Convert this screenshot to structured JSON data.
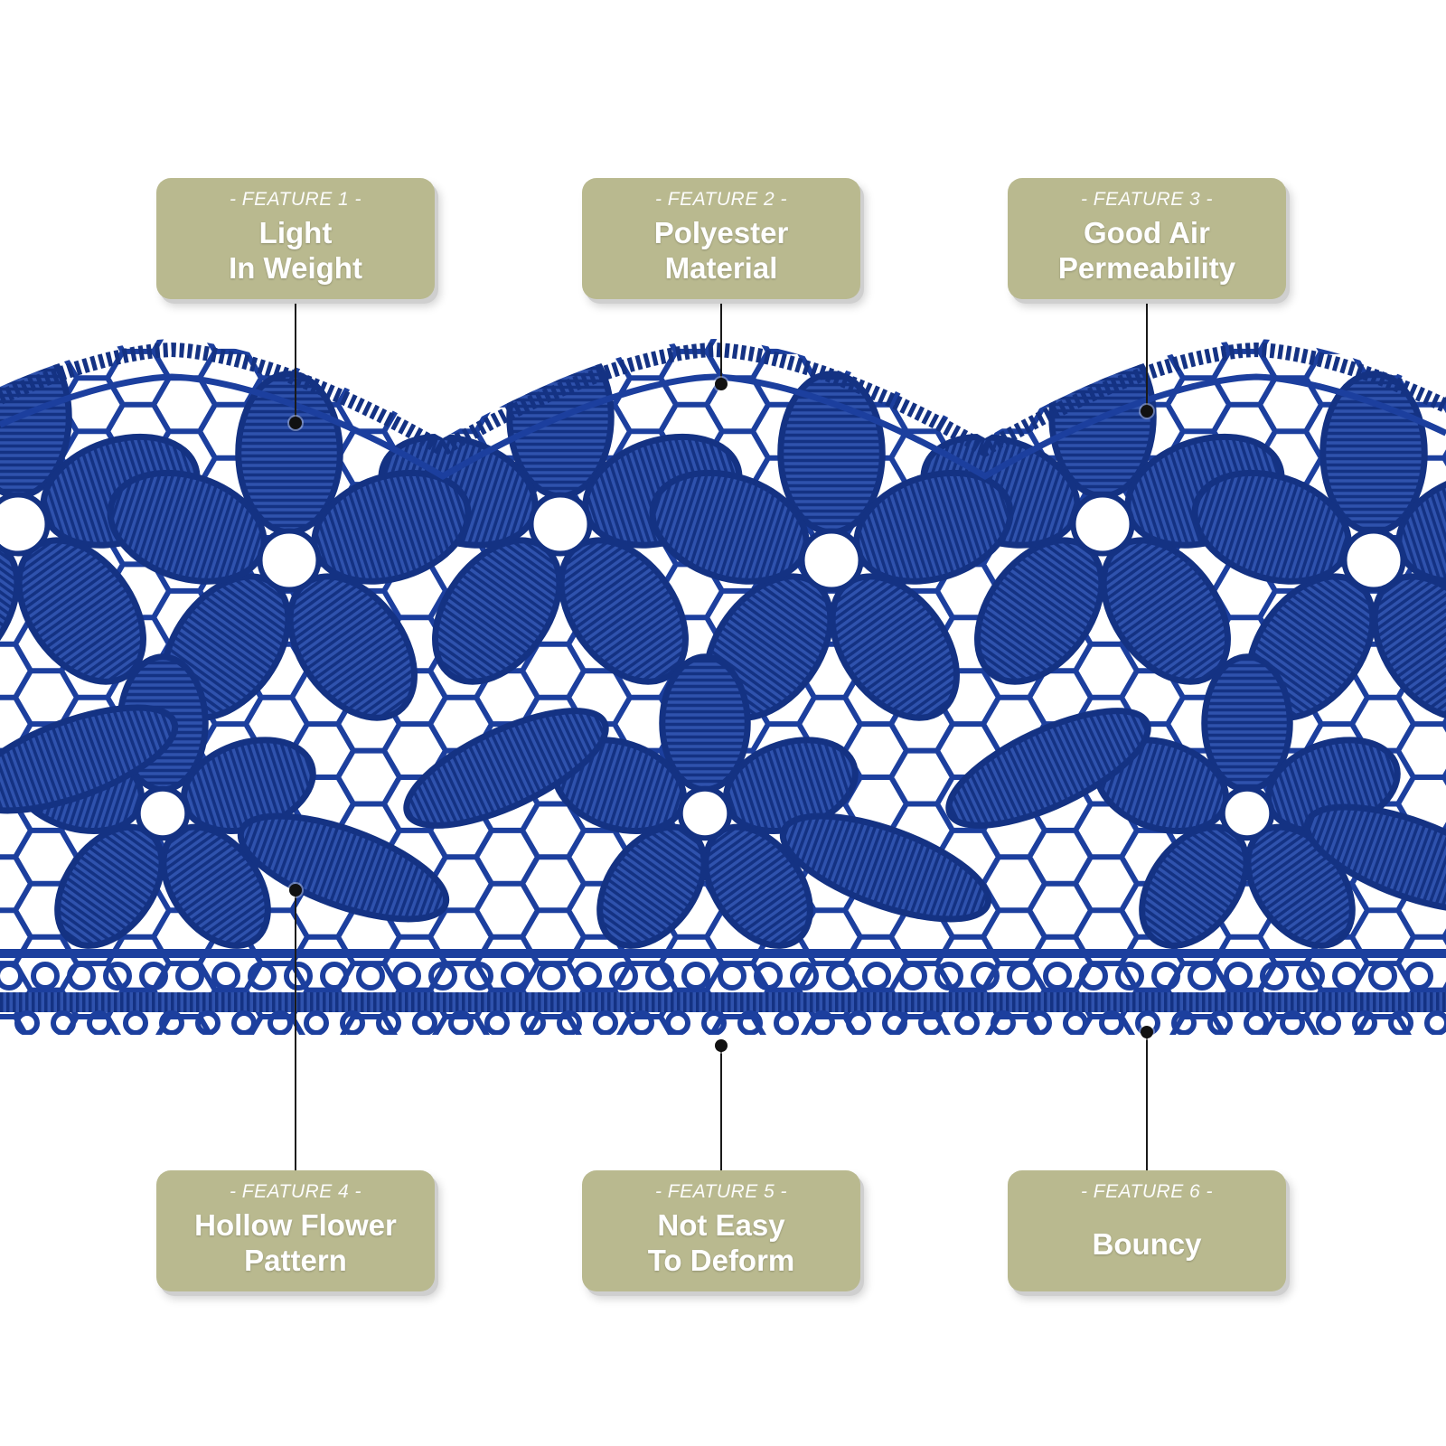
{
  "colors": {
    "card": "#b9b98f",
    "lace": "#1c3f9e",
    "lace_dark": "#143283",
    "leader": "#1a1a1a"
  },
  "features": [
    {
      "label": "- FEATURE 1 -",
      "title_lines": [
        "Light",
        "In Weight"
      ]
    },
    {
      "label": "- FEATURE 2 -",
      "title_lines": [
        "Polyester",
        "Material"
      ]
    },
    {
      "label": "- FEATURE 3 -",
      "title_lines": [
        "Good Air",
        "Permeability"
      ]
    },
    {
      "label": "- FEATURE 4 -",
      "title_lines": [
        "Hollow Flower",
        "Pattern"
      ]
    },
    {
      "label": "- FEATURE 5 -",
      "title_lines": [
        "Not Easy",
        "To Deform"
      ]
    },
    {
      "label": "- FEATURE 6 -",
      "title_lines": [
        "Bouncy"
      ]
    }
  ]
}
